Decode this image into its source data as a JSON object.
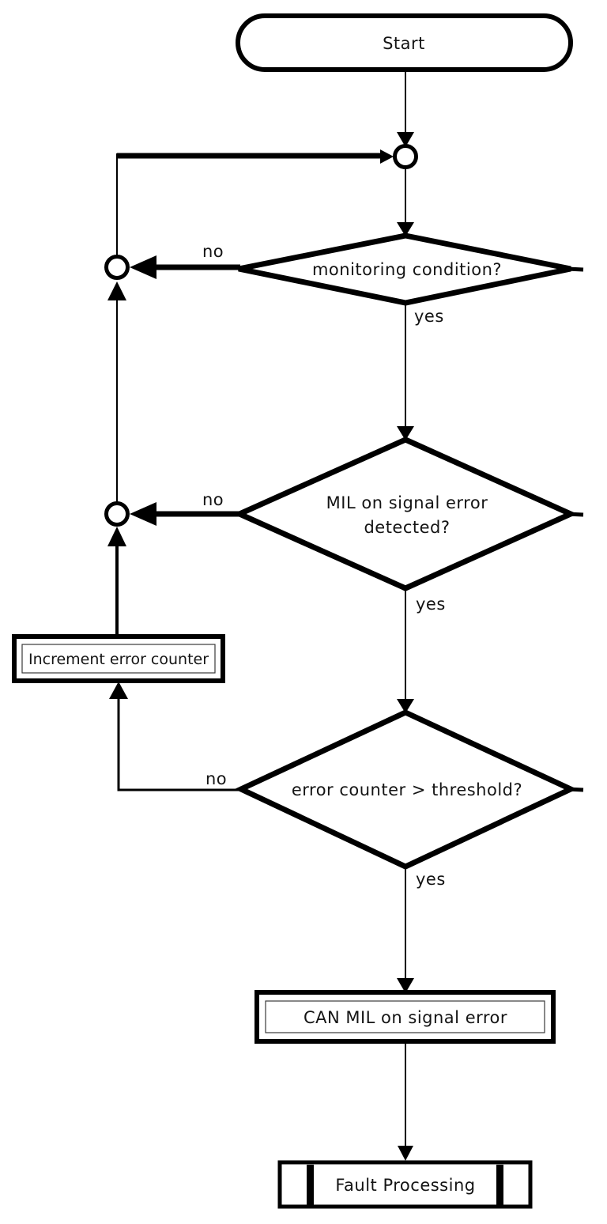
{
  "diagram": {
    "type": "flowchart",
    "nodes": {
      "start": {
        "shape": "terminator",
        "label": "Start"
      },
      "decision_monitoring": {
        "shape": "decision",
        "label": "monitoring condition?"
      },
      "decision_mil": {
        "shape": "decision",
        "label_line1": "MIL on signal error",
        "label_line2": "detected?"
      },
      "process_increment": {
        "shape": "process",
        "label": "Increment error counter"
      },
      "decision_threshold": {
        "shape": "decision",
        "label": "error counter > threshold?"
      },
      "process_can_mil": {
        "shape": "process",
        "label": "CAN MIL on signal error"
      },
      "predefined_fault": {
        "shape": "predefined-process",
        "label": "Fault Processing"
      }
    },
    "edge_labels": {
      "monitoring_no": "no",
      "monitoring_yes": "yes",
      "mil_no": "no",
      "mil_yes": "yes",
      "threshold_no": "no",
      "threshold_yes": "yes"
    },
    "colors": {
      "ink": "#000000",
      "paper": "#ffffff",
      "text": "#141414"
    }
  }
}
